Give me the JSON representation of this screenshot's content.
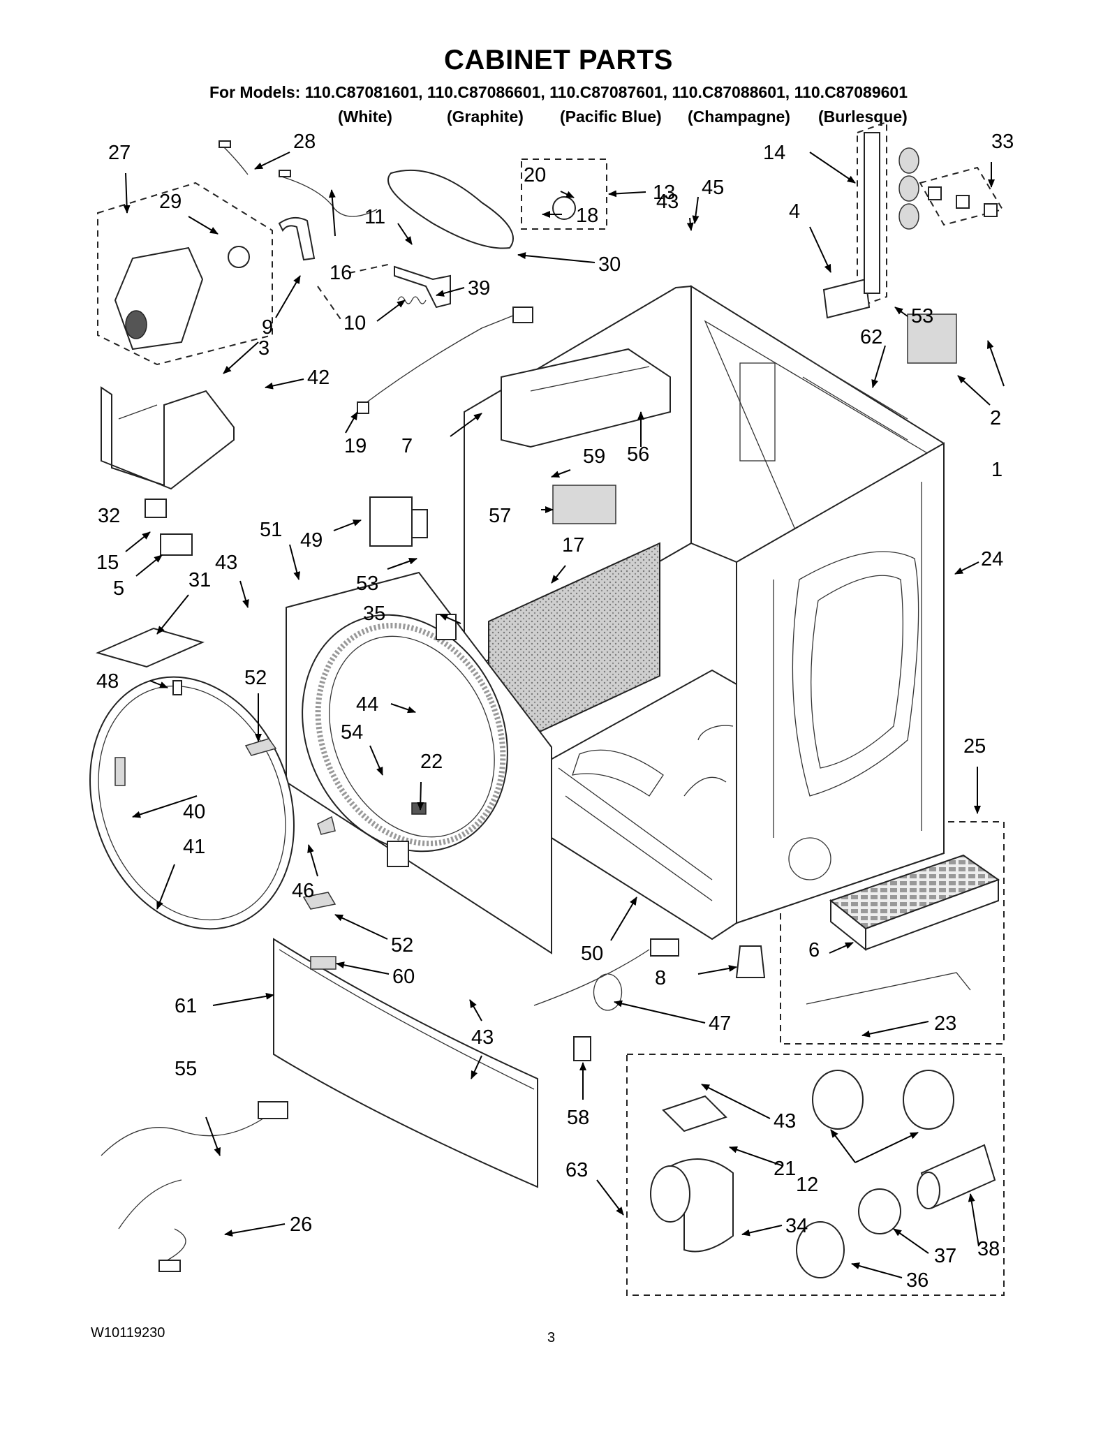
{
  "title": "CABINET PARTS",
  "models_line": "For Models: 110.C87081601, 110.C87086601, 110.C87087601, 110.C87088601, 110.C87089601",
  "colors": [
    "(White)",
    "(Graphite)",
    "(Pacific Blue)",
    "(Champagne)",
    "(Burlesque)"
  ],
  "footer": {
    "doc_number": "W10119230",
    "page": "3"
  },
  "callouts": {
    "c1": "1",
    "c2": "2",
    "c3": "3",
    "c4": "4",
    "c5": "5",
    "c6": "6",
    "c7": "7",
    "c8": "8",
    "c9": "9",
    "c10": "10",
    "c11": "11",
    "c12": "12",
    "c13": "13",
    "c14": "14",
    "c15": "15",
    "c16": "16",
    "c17": "17",
    "c18": "18",
    "c19": "19",
    "c20": "20",
    "c21": "21",
    "c22": "22",
    "c23": "23",
    "c24": "24",
    "c25": "25",
    "c26": "26",
    "c27": "27",
    "c28": "28",
    "c29": "29",
    "c30": "30",
    "c31": "31",
    "c32": "32",
    "c33": "33",
    "c34": "34",
    "c35": "35",
    "c36": "36",
    "c37": "37",
    "c38": "38",
    "c39": "39",
    "c40": "40",
    "c41": "41",
    "c42": "42",
    "c43a": "43",
    "c43b": "43",
    "c43c": "43",
    "c43d": "43",
    "c44": "44",
    "c45": "45",
    "c46": "46",
    "c47": "47",
    "c48": "48",
    "c49": "49",
    "c50": "50",
    "c51": "51",
    "c52a": "52",
    "c52b": "52",
    "c53a": "53",
    "c53b": "53",
    "c54": "54",
    "c55": "55",
    "c56": "56",
    "c57": "57",
    "c58": "58",
    "c59": "59",
    "c60": "60",
    "c61": "61",
    "c62": "62",
    "c63": "63"
  }
}
